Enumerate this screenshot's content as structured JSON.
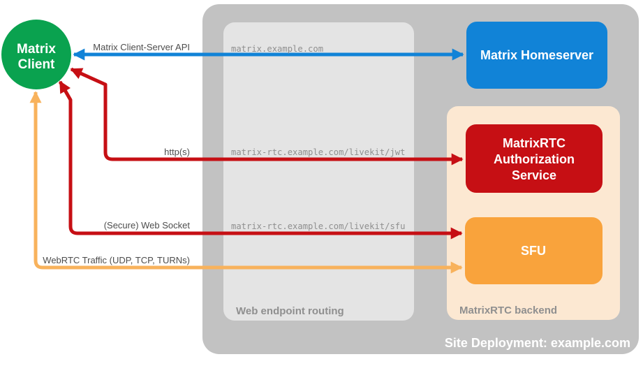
{
  "colors": {
    "client_green": "#0aa24f",
    "homeserver_blue": "#1183d7",
    "auth_red": "#c60f14",
    "sfu_orange": "#f9a33c",
    "webrtc_orange": "#f8b25c",
    "site_gray": "#c2c2c2",
    "routing_gray": "#e4e4e4",
    "backend_peach": "#fce8d2"
  },
  "client": {
    "line1": "Matrix",
    "line2": "Client"
  },
  "homeserver": {
    "label": "Matrix Homeserver"
  },
  "auth_service": {
    "line1": "MatrixRTC",
    "line2": "Authorization",
    "line3": "Service"
  },
  "sfu": {
    "label": "SFU"
  },
  "containers": {
    "site_label": "Site Deployment: example.com",
    "routing_label": "Web endpoint routing",
    "backend_label": "MatrixRTC backend"
  },
  "endpoints": {
    "homeserver": "matrix.example.com",
    "jwt": "matrix-rtc.example.com/livekit/jwt",
    "sfu": "matrix-rtc.example.com/livekit/sfu"
  },
  "arrow_labels": {
    "cs_api": "Matrix Client-Server API",
    "http": "http(s)",
    "websocket": "(Secure) Web Socket",
    "webrtc": "WebRTC Traffic (UDP, TCP, TURNs)"
  }
}
